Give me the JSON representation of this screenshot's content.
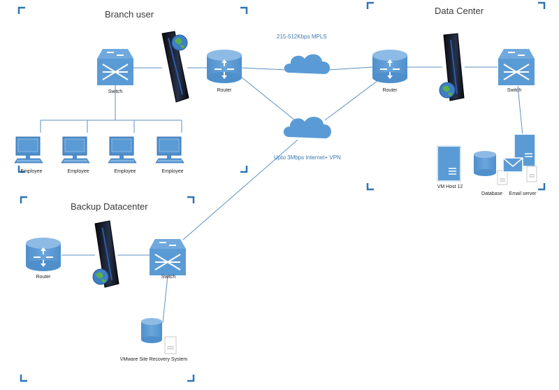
{
  "sections": {
    "branch": "Branch user",
    "datacenter": "Data Center",
    "backup": "Backup Datacenter"
  },
  "links": {
    "mpls": "215-512Kbps  MPLS",
    "vpn": "Upto 3Mbps Internet+ VPN"
  },
  "branch": {
    "switch": "Switch",
    "router": "Router",
    "employees": [
      "Employee",
      "Employee",
      "Employee",
      "Employee"
    ]
  },
  "datacenter": {
    "router": "Router",
    "switch": "Switch",
    "vmhost": "VM Host 12",
    "database": "Database",
    "email": "Email server"
  },
  "backup": {
    "router": "Router",
    "switch": "Switch",
    "srs": "VMware  Site Recovery System"
  },
  "colors": {
    "device_fill": "#5b9bd5",
    "device_top": "#6fa9dd",
    "line": "#5b8fc0",
    "bracket": "#2e75b6",
    "cloud": "#5b9bd5"
  }
}
